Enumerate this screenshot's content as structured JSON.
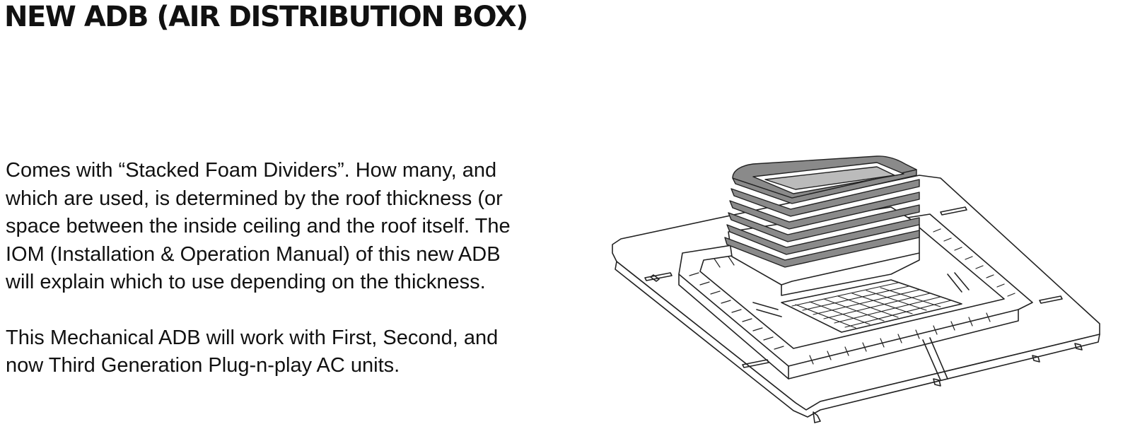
{
  "header": {
    "title": "NEW ADB (AIR DISTRIBUTION BOX)"
  },
  "content": {
    "paragraph_1_lines": [
      "Comes with “Stacked Foam Dividers”. How many, and",
      "which are used, is determined by the roof thickness (or",
      "space between the inside ceiling and the roof itself. The",
      "IOM (Installation & Operation Manual) of this new ADB",
      "will explain which to use depending on the thickness."
    ],
    "paragraph_2_lines": [
      "This Mechanical ADB will work with First, Second, and",
      "now Third Generation Plug-n-play AC units."
    ]
  },
  "figure": {
    "icon": "adb-line-drawing-icon",
    "stroke_color": "#222222",
    "foam_color": "#8a8a8a"
  }
}
